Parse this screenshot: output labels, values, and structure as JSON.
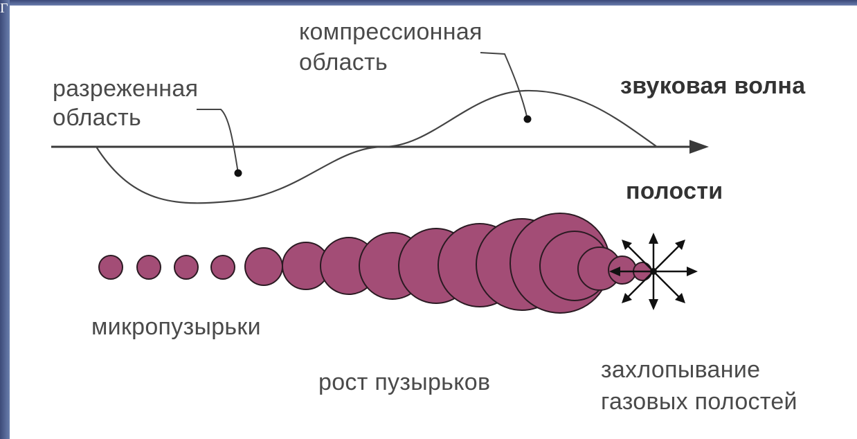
{
  "corner_text": "Г",
  "labels": {
    "rarefied": [
      "разреженная",
      "область"
    ],
    "compression": [
      "компрессионная",
      "область"
    ],
    "sound_wave": "звуковая волна",
    "cavities": "полости",
    "microbubbles": "микропузырьки",
    "bubble_growth": "рост пузырьков",
    "collapse": [
      "захлопывание",
      "газовых полостей"
    ]
  },
  "colors": {
    "bubble_fill": "#a34d76",
    "bubble_stroke": "#2a1a22",
    "line": "#3a3a3a",
    "text": "#4a4a4a"
  }
}
